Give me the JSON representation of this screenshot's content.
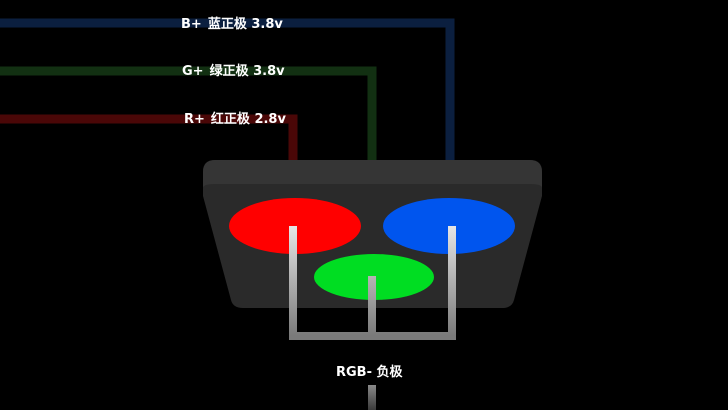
{
  "labels": {
    "blue_anode": {
      "pin": "B+",
      "name": "蓝正极",
      "voltage": "3.8v"
    },
    "green_anode": {
      "pin": "G+",
      "name": "绿正极",
      "voltage": "3.8v"
    },
    "red_anode": {
      "pin": "R+",
      "name": "红正极",
      "voltage": "2.8v"
    },
    "common_cathode": {
      "pin": "RGB-",
      "name": "负极"
    }
  },
  "colors": {
    "background": "#000000",
    "blue_wire": "#0b1f3f",
    "green_wire": "#123012",
    "red_wire": "#4a0707",
    "package_body": "#2a2a2a",
    "package_top": "#353535",
    "red_die": "#ff0000",
    "green_die": "#00dd22",
    "blue_die": "#0055ee",
    "lead_frame": "#bfbfbf",
    "label_text": "#ffffff"
  }
}
